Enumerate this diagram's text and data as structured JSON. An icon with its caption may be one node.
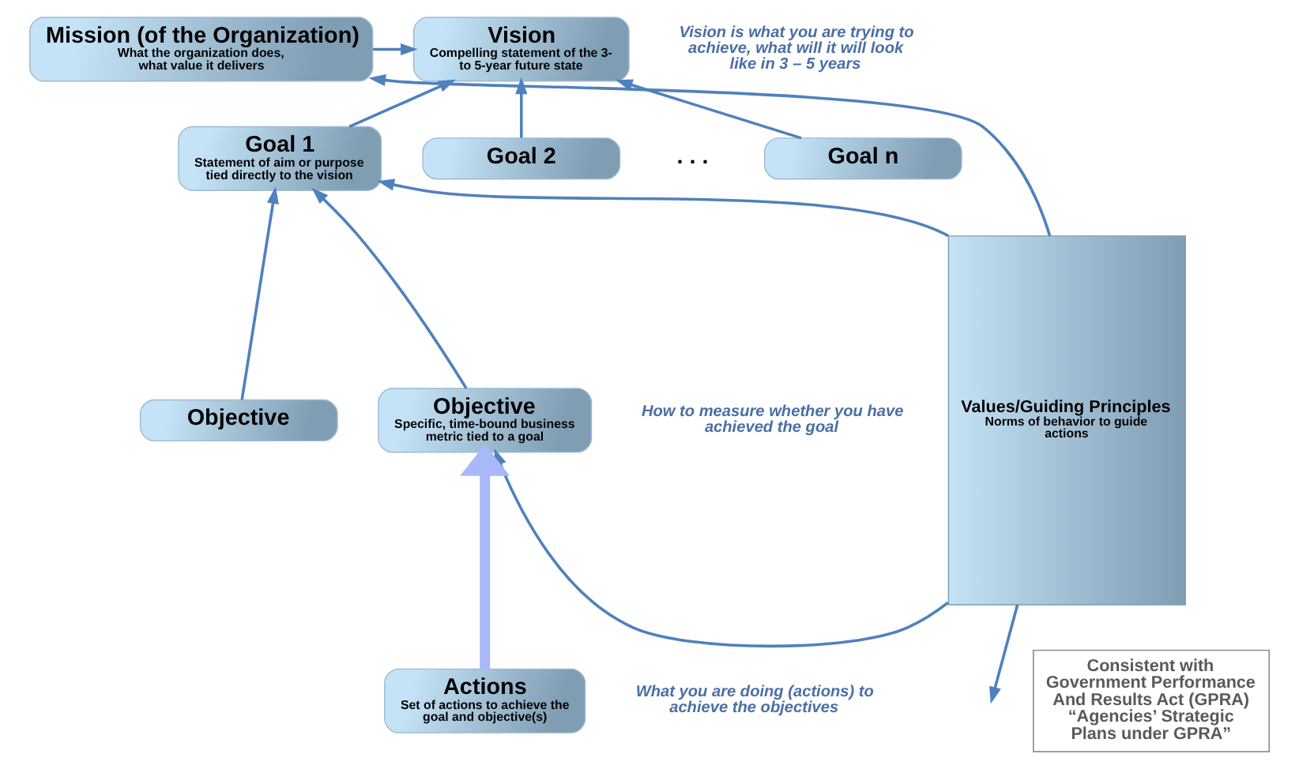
{
  "diagram": {
    "nodes": [
      {
        "text": [
          "Values/Guiding Principles",
          "Norms of behavior to guide actions"
        ]
      },
      {
        "text": [
          "Mission (of the Organization)",
          "What the organization does, what value it delivers"
        ]
      },
      {
        "text": [
          "Vision",
          "Compelling statement of the 3- to 5-year future state"
        ],
        "beside": [
          "Vision is what you are trying to achieve, what will it will look like in 3 – 5 years"
        ]
      },
      {
        "text": [
          "Goal 1",
          "Statement of aim or purpose tied directly to the vision"
        ]
      },
      {
        "text": [
          "Goal 2"
        ]
      },
      {
        "text": [
          "Goal n"
        ]
      },
      {
        "text": [
          "Objective"
        ]
      },
      {
        "text": [
          "Objective",
          "Specific, time-bound business metric tied to a goal"
        ],
        "beside": [
          "How to measure whether you have achieved the goal"
        ]
      },
      {
        "text": [
          "Actions",
          "Set of actions to achieve the goal and objective(s)"
        ],
        "beside": [
          "What you are doing (actions) to achieve the objectives"
        ]
      },
      {
        "text": [
          "Consistent with Government Performance And Results Act (GPRA) “Agencies’ Strategic Plans under GPRA”"
        ]
      }
    ],
    "edges": [
      {
        "from": 0,
        "to": 1,
        "arrow": "to"
      },
      {
        "from": 0,
        "to": 3,
        "arrow": "to"
      },
      {
        "from": 0,
        "to": 7,
        "arrow": "to"
      },
      {
        "from": 0,
        "to": null,
        "arrow": "to"
      },
      {
        "from": 1,
        "to": 2,
        "arrow": "to"
      },
      {
        "from": 3,
        "to": 2,
        "arrow": "to"
      },
      {
        "from": 4,
        "to": 2,
        "arrow": "to"
      },
      {
        "from": 5,
        "to": 2,
        "arrow": "to"
      },
      {
        "from": 6,
        "to": 3,
        "arrow": "to"
      },
      {
        "from": 7,
        "to": 3,
        "arrow": "to"
      },
      {
        "from": 8,
        "to": 7,
        "arrow": "to",
        "style": "thick",
        "color": "#a9b8fb"
      }
    ],
    "labels": [
      ". . ."
    ]
  }
}
